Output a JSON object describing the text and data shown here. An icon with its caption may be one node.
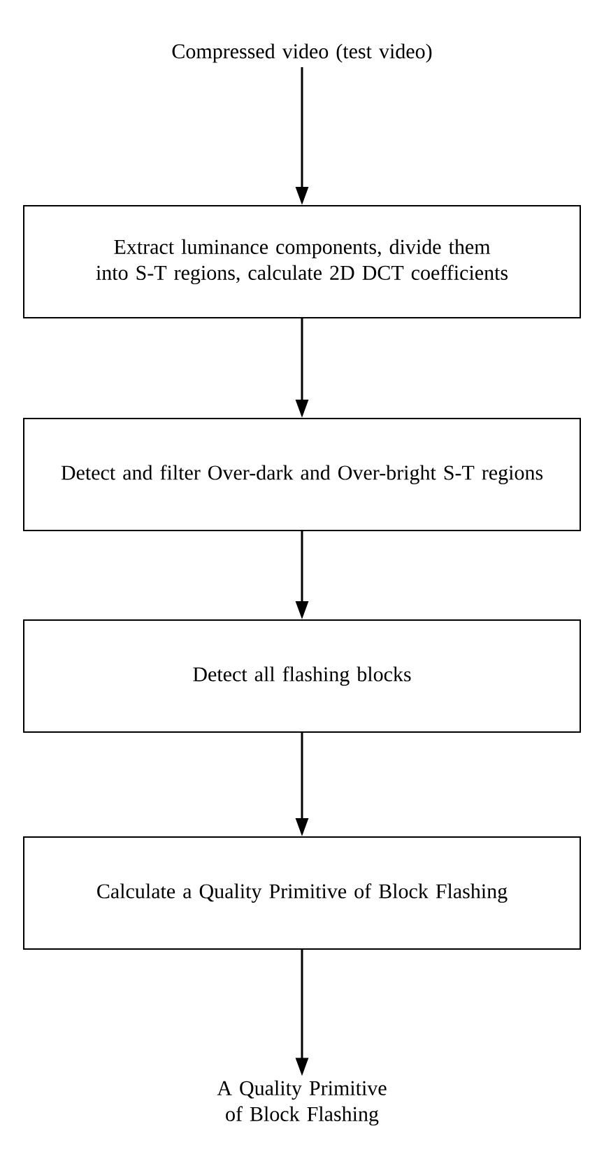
{
  "diagram": {
    "nodes": [
      {
        "text": [
          "Compressed video (test video)"
        ]
      },
      {
        "text": [
          "Extract luminance components, divide them into S-T regions, calculate 2D DCT coefficients"
        ]
      },
      {
        "text": [
          "Detect and filter Over-dark and Over-bright S-T regions"
        ]
      },
      {
        "text": [
          "Detect all flashing blocks"
        ]
      },
      {
        "text": [
          "Calculate a Quality Primitive of Block Flashing"
        ]
      },
      {
        "text": [
          "A Quality Primitive of Block Flashing"
        ]
      }
    ],
    "edges": [
      {
        "from": 0,
        "to": 1,
        "arrow": "to"
      },
      {
        "from": 1,
        "to": 2,
        "arrow": "to"
      },
      {
        "from": 2,
        "to": 3,
        "arrow": "to"
      },
      {
        "from": 3,
        "to": 4,
        "arrow": "to"
      },
      {
        "from": 4,
        "to": 5,
        "arrow": "to"
      }
    ]
  }
}
